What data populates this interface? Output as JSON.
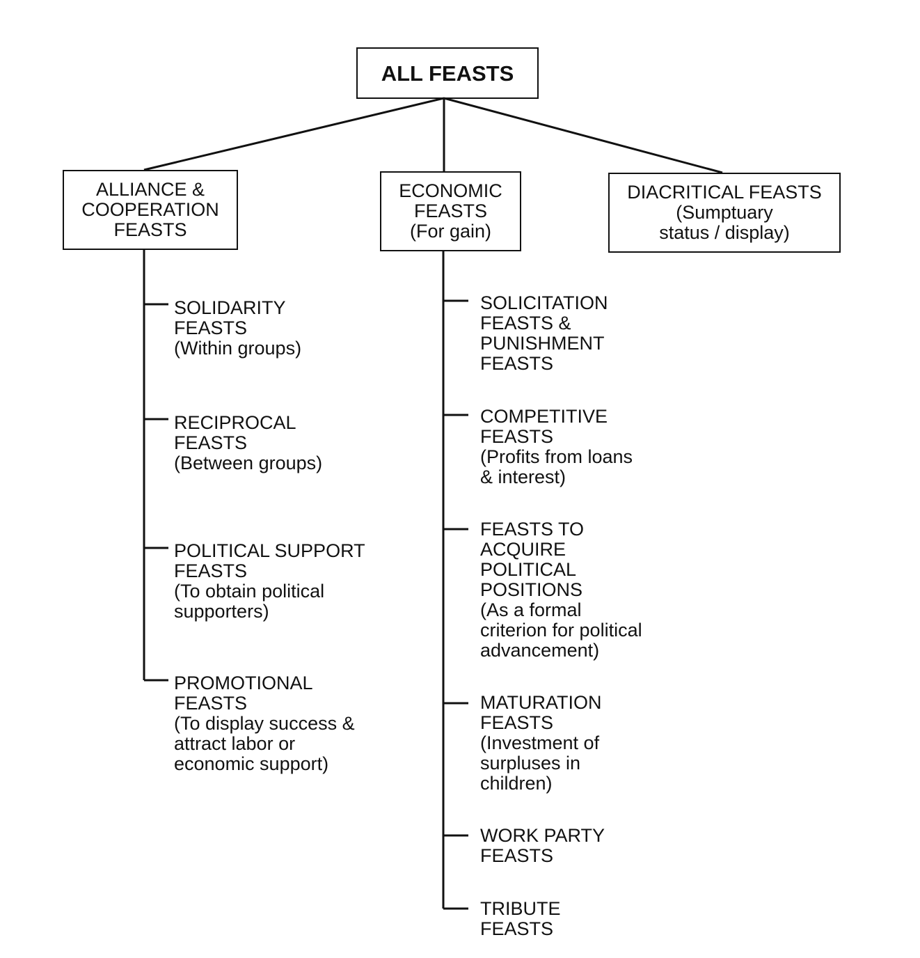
{
  "root": {
    "label": "ALL FEASTS"
  },
  "categories": [
    {
      "lines": [
        "ALLIANCE &",
        "COOPERATION",
        "FEASTS"
      ],
      "children": [
        {
          "lines": [
            "SOLIDARITY",
            "FEASTS",
            "(Within groups)"
          ]
        },
        {
          "lines": [
            "RECIPROCAL",
            "FEASTS",
            "(Between groups)"
          ]
        },
        {
          "lines": [
            "POLITICAL SUPPORT",
            "FEASTS",
            "(To obtain political",
            "supporters)"
          ]
        },
        {
          "lines": [
            "PROMOTIONAL",
            "FEASTS",
            "(To display success &",
            "attract labor or",
            "economic support)"
          ]
        }
      ]
    },
    {
      "lines": [
        "ECONOMIC",
        "FEASTS",
        "(For gain)"
      ],
      "children": [
        {
          "lines": [
            "SOLICITATION",
            "FEASTS &",
            "PUNISHMENT",
            "FEASTS"
          ]
        },
        {
          "lines": [
            "COMPETITIVE",
            "FEASTS",
            "(Profits from loans",
            "& interest)"
          ]
        },
        {
          "lines": [
            "FEASTS TO",
            "ACQUIRE",
            "POLITICAL",
            "POSITIONS",
            "(As a formal",
            "criterion for political",
            "advancement)"
          ]
        },
        {
          "lines": [
            "MATURATION",
            "FEASTS",
            "(Investment of",
            "surpluses in",
            "children)"
          ]
        },
        {
          "lines": [
            "WORK PARTY",
            "FEASTS"
          ]
        },
        {
          "lines": [
            "TRIBUTE",
            "FEASTS"
          ]
        }
      ]
    },
    {
      "lines": [
        "DIACRITICAL FEASTS",
        "(Sumptuary",
        "status / display)"
      ],
      "children": []
    }
  ]
}
